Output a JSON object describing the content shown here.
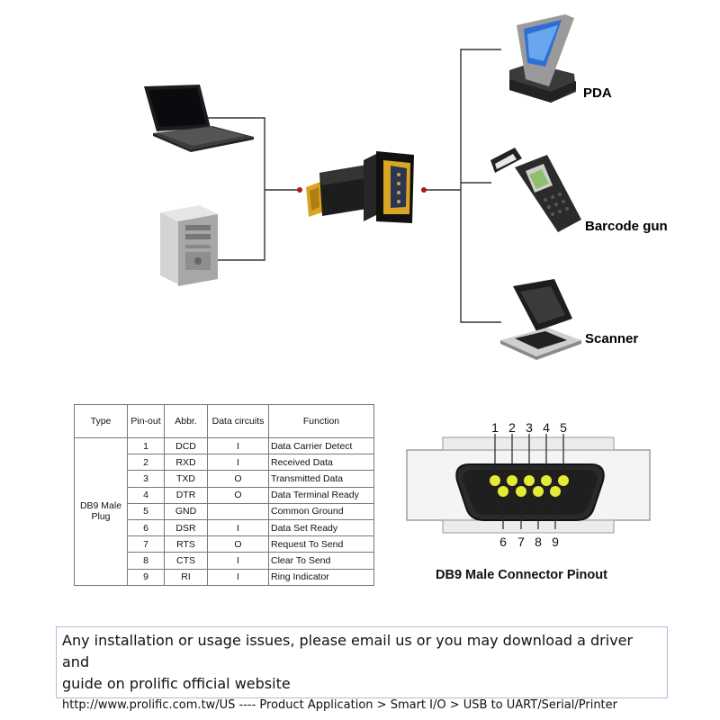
{
  "devices": {
    "pda_label": "PDA",
    "barcode_label": "Barcode gun",
    "scanner_label": "Scanner"
  },
  "pin_table": {
    "headers": [
      "Type",
      "Pin-out",
      "Abbr.",
      "Data circuits",
      "Function"
    ],
    "type_label": "DB9 Male Plug",
    "rows": [
      {
        "pin": "1",
        "abbr": "DCD",
        "circuit": "I",
        "function": "Data Carrier Detect"
      },
      {
        "pin": "2",
        "abbr": "RXD",
        "circuit": "I",
        "function": "Received Data"
      },
      {
        "pin": "3",
        "abbr": "TXD",
        "circuit": "O",
        "function": "Transmitted Data"
      },
      {
        "pin": "4",
        "abbr": "DTR",
        "circuit": "O",
        "function": "Data Terminal Ready"
      },
      {
        "pin": "5",
        "abbr": "GND",
        "circuit": "",
        "function": "Common Ground"
      },
      {
        "pin": "6",
        "abbr": "DSR",
        "circuit": "I",
        "function": "Data Set Ready"
      },
      {
        "pin": "7",
        "abbr": "RTS",
        "circuit": "O",
        "function": "Request To Send"
      },
      {
        "pin": "8",
        "abbr": "CTS",
        "circuit": "I",
        "function": "Clear To Send"
      },
      {
        "pin": "9",
        "abbr": "RI",
        "circuit": "I",
        "function": "Ring Indicator"
      }
    ]
  },
  "connector": {
    "top_pins": [
      "1",
      "2",
      "3",
      "4",
      "5"
    ],
    "bottom_pins": [
      "6",
      "7",
      "8",
      "9"
    ],
    "caption": "DB9 Male Connector Pinout"
  },
  "notice": {
    "line1": "Any installation or usage issues, please email us or you may download a driver and",
    "line2": "guide on prolific official website",
    "line3": "http://www.prolific.com.tw/US   ---- Product Application > Smart I/O > USB to UART/Serial/Printer"
  },
  "colors": {
    "pin_fill": "#e3ea38",
    "connector_shell": "#2a2a2a",
    "dot_red": "#b01818",
    "adapter_gold": "#d9a624"
  }
}
